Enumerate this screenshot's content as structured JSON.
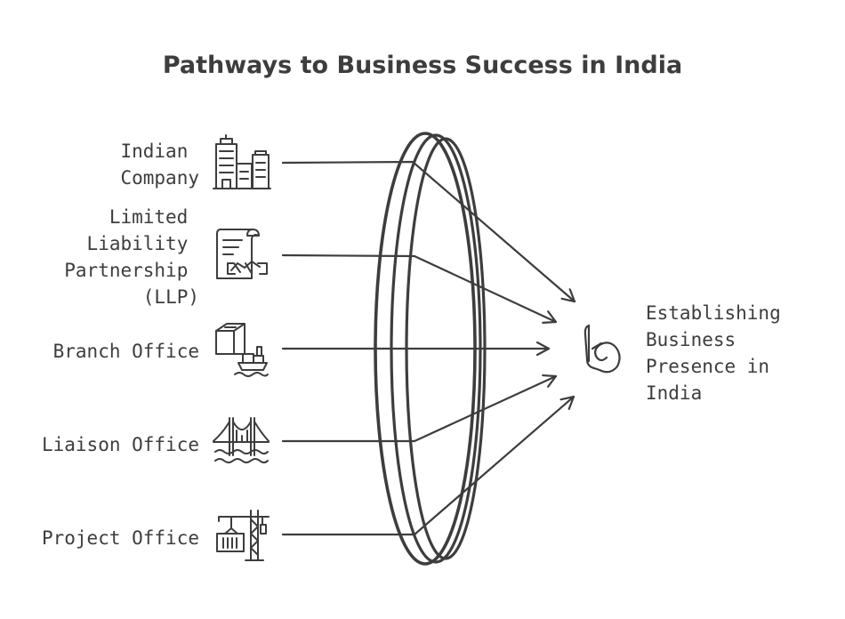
{
  "title": "Pathways to Business Success in India",
  "pathways": [
    {
      "id": "indian-company",
      "icon": "buildings-icon",
      "label_lines": [
        "Indian",
        "Company"
      ]
    },
    {
      "id": "llp",
      "icon": "partnership-agreement-icon",
      "label_lines": [
        "Limited",
        "Liability",
        "Partnership",
        "(LLP)"
      ]
    },
    {
      "id": "branch-office",
      "icon": "shipping-box-icon",
      "label_lines": [
        "Branch Office"
      ]
    },
    {
      "id": "liaison-office",
      "icon": "bridge-icon",
      "label_lines": [
        "Liaison Office"
      ]
    },
    {
      "id": "project-office",
      "icon": "crane-icon",
      "label_lines": [
        "Project Office"
      ]
    }
  ],
  "target": {
    "icon": "nautilus-shell-icon",
    "label_lines": [
      "Establishing",
      "Business",
      "Presence in",
      "India"
    ]
  },
  "colors": {
    "ink": "#3d3d3d",
    "background": "#ffffff"
  }
}
